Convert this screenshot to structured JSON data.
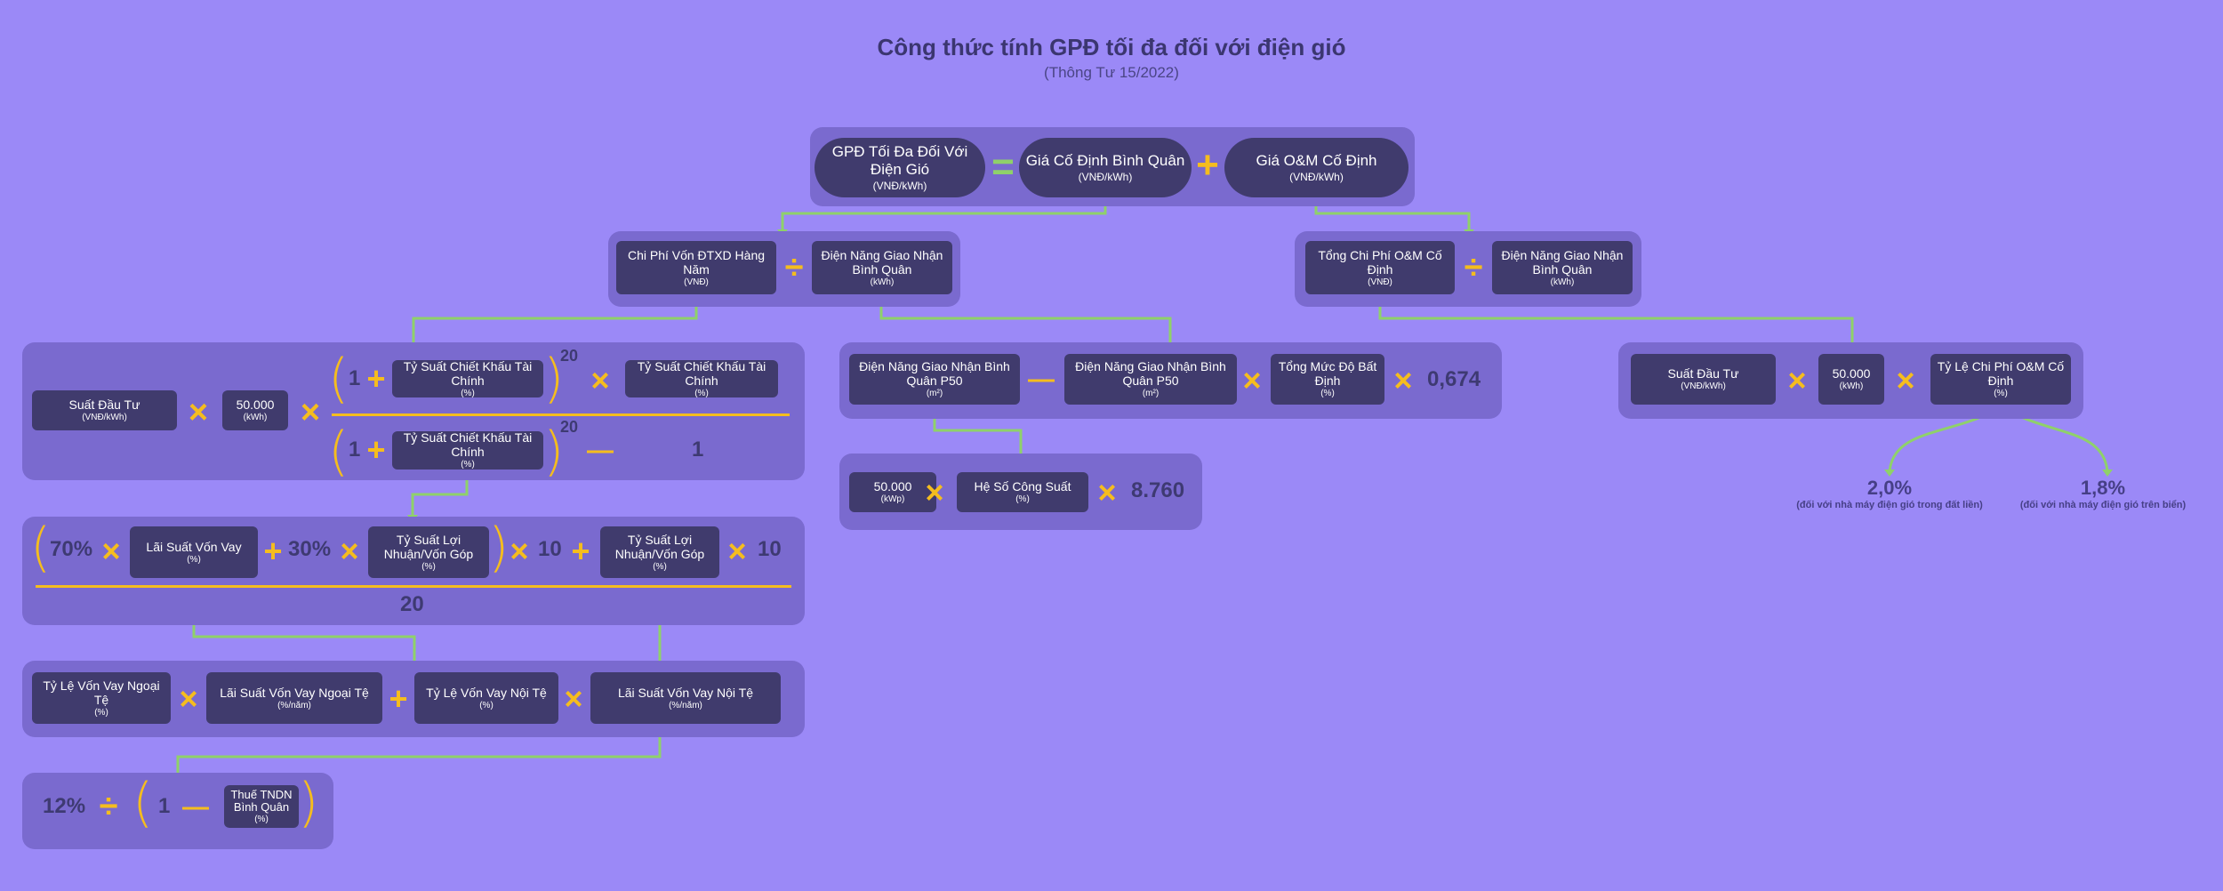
{
  "title": "Công thức tính GPĐ tối đa đối với điện gió",
  "subtitle": "(Thông Tư 15/2022)",
  "colors": {
    "background": "#9b89f7",
    "panel": "#7a6acf",
    "box": "#403b6d",
    "operator": "#f5bd1e",
    "connector": "#8fd16a"
  },
  "top": {
    "gpd": {
      "label": "GPĐ Tối Đa Đối Với Điện Gió",
      "unit": "(VNĐ/kWh)"
    },
    "eq": "=",
    "fixed": {
      "label": "Giá Cố Định Bình Quân",
      "unit": "(VNĐ/kWh)"
    },
    "plus": "+",
    "om": {
      "label": "Giá O&M Cố Định",
      "unit": "(VNĐ/kWh)"
    }
  },
  "capex_ratio": {
    "capex": {
      "label": "Chi Phí Vốn ĐTXD Hàng Năm",
      "unit": "(VNĐ)"
    },
    "div": "÷",
    "energy": {
      "label": "Điện Năng Giao Nhận Bình Quân",
      "unit": "(kWh)"
    }
  },
  "om_ratio": {
    "total": {
      "label": "Tổng Chi Phí O&M Cố Định",
      "unit": "(VNĐ)"
    },
    "div": "÷",
    "energy": {
      "label": "Điện Năng Giao Nhận Bình Quân",
      "unit": "(kWh)"
    }
  },
  "annuity": {
    "invest": {
      "label": "Suất Đầu Tư",
      "unit": "(VNĐ/kWh)"
    },
    "times": "×",
    "capacity": {
      "label": "50.000",
      "unit": "(kWh)"
    },
    "one": "1",
    "plus": "+",
    "rate": {
      "label": "Tỷ Suất Chiết Khấu Tài Chính",
      "unit": "(%)"
    },
    "exponent": "20",
    "minus": "—"
  },
  "energy_calc": {
    "p50a": {
      "label": "Điện Năng Giao Nhận Bình Quân P50",
      "unit": "(m²)"
    },
    "minus": "—",
    "p50b": {
      "label": "Điện Năng Giao Nhận Bình Quân P50",
      "unit": "(m²)"
    },
    "uncert": {
      "label": "Tổng Mức Độ Bất Định",
      "unit": "(%)"
    },
    "factor": "0,674"
  },
  "p50_calc": {
    "cap": {
      "label": "50.000",
      "unit": "(kWp)"
    },
    "cf": {
      "label": "Hệ Số Công Suất",
      "unit": "(%)"
    },
    "hours": "8.760"
  },
  "om_calc": {
    "invest": {
      "label": "Suất Đầu Tư",
      "unit": "(VNĐ/kWh)"
    },
    "capacity": {
      "label": "50.000",
      "unit": "(kWh)"
    },
    "ratio": {
      "label": "Tỷ Lệ Chi Phí O&M Cố Định",
      "unit": "(%)"
    }
  },
  "om_ratio_values": [
    {
      "value": "2,0%",
      "note": "(đối với nhà máy điện gió trong đất liền)"
    },
    {
      "value": "1,8%",
      "note": "(đối với nhà máy điện gió trên biển)"
    }
  ],
  "discount_calc": {
    "w70": "70%",
    "loan": {
      "label": "Lãi Suất Vốn Vay",
      "unit": "(%)"
    },
    "w30": "30%",
    "roe1": {
      "label": "Tỷ Suất Lợi Nhuận/Vốn Góp",
      "unit": "(%)"
    },
    "ten": "10",
    "roe2": {
      "label": "Tỷ Suất Lợi Nhuận/Vốn Góp",
      "unit": "(%)"
    },
    "denominator": "20"
  },
  "loan_calc": {
    "fx_share": {
      "label": "Tỷ Lệ Vốn Vay Ngoại Tệ",
      "unit": "(%)"
    },
    "fx_rate": {
      "label": "Lãi Suất Vốn Vay Ngoại Tệ",
      "unit": "(%/năm)"
    },
    "dom_share": {
      "label": "Tỷ Lệ Vốn Vay Nội Tệ",
      "unit": "(%)"
    },
    "dom_rate": {
      "label": "Lãi Suất Vốn Vay Nội Tệ",
      "unit": "(%/năm)"
    }
  },
  "roe_calc": {
    "pct": "12%",
    "div": "÷",
    "one": "1",
    "minus": "—",
    "tax": {
      "label": "Thuế TNDN Bình Quân",
      "unit": "(%)"
    }
  }
}
